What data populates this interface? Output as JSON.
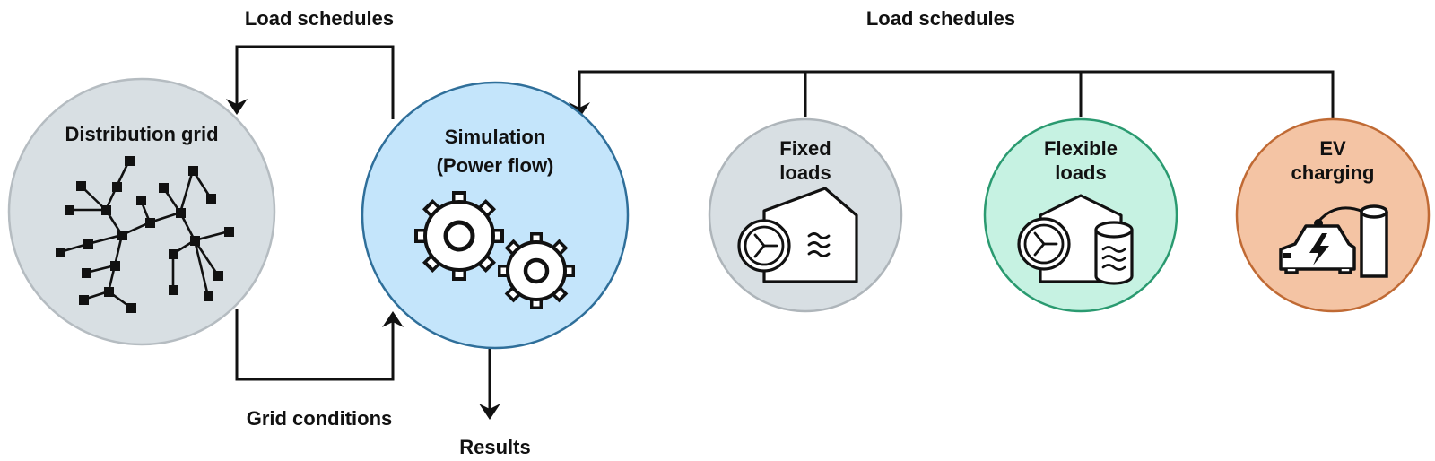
{
  "labels": {
    "load_schedules_left": "Load schedules",
    "load_schedules_right": "Load schedules",
    "grid_conditions": "Grid conditions",
    "results": "Results"
  },
  "nodes": {
    "distribution_grid": {
      "title": "Distribution grid",
      "fill": "#d8dfe3",
      "stroke": "#b5bcc1"
    },
    "simulation": {
      "title_line1": "Simulation",
      "title_line2": "(Power flow)",
      "fill": "#c4e5fb",
      "stroke": "#2f6f9a"
    },
    "fixed_loads": {
      "title_line1": "Fixed",
      "title_line2": "loads",
      "fill": "#d8dfe3",
      "stroke": "#aeb5ba"
    },
    "flexible_loads": {
      "title_line1": "Flexible",
      "title_line2": "loads",
      "fill": "#c6f2e2",
      "stroke": "#2a9a70"
    },
    "ev_charging": {
      "title_line1": "EV",
      "title_line2": "charging",
      "fill": "#f4c4a4",
      "stroke": "#c06a34"
    }
  },
  "icons": {
    "distribution_grid": "network-graph-icon",
    "simulation": "gears-icon",
    "fixed_loads": "heat-pump-house-icon",
    "flexible_loads": "heat-pump-storage-icon",
    "ev_charging": "ev-charger-icon"
  }
}
